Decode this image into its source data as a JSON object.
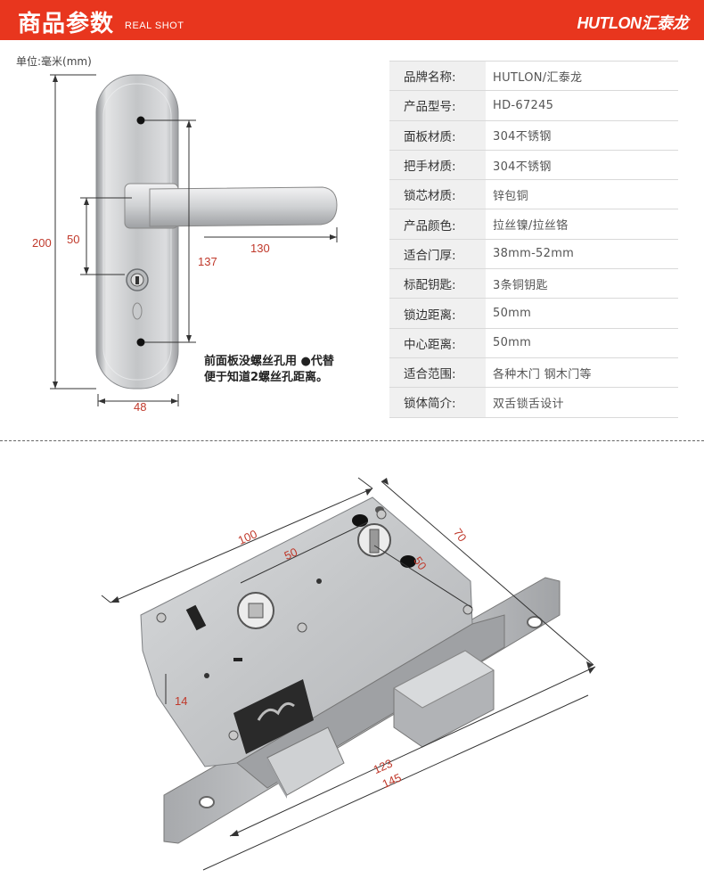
{
  "header": {
    "title": "商品参数",
    "subtitle": "REAL SHOT",
    "brand": "HUTLON汇泰龙"
  },
  "unit_label": "单位:毫米(mm)",
  "specs": [
    {
      "label": "品牌名称:",
      "value": "HUTLON/汇泰龙"
    },
    {
      "label": "产品型号:",
      "value": "HD-67245"
    },
    {
      "label": "面板材质:",
      "value": "304不锈钢"
    },
    {
      "label": "把手材质:",
      "value": "304不锈钢"
    },
    {
      "label": "锁芯材质:",
      "value": "锌包铜"
    },
    {
      "label": "产品颜色:",
      "value": "拉丝镍/拉丝铬"
    },
    {
      "label": "适合门厚:",
      "value": "38mm-52mm"
    },
    {
      "label": "标配钥匙:",
      "value": "3条铜钥匙"
    },
    {
      "label": "锁边距离:",
      "value": "50mm"
    },
    {
      "label": "中心距离:",
      "value": "50mm"
    },
    {
      "label": "适合范围:",
      "value": "各种木门  钢木门等"
    },
    {
      "label": "锁体简介:",
      "value": "双舌锁舌设计"
    }
  ],
  "note": {
    "line1": "前面板没螺丝孔用 ●代替",
    "line2": "便于知道2螺丝孔距离。"
  },
  "handle_dims": {
    "height": "200",
    "spacing": "50",
    "handle_height": "137",
    "handle_length": "130",
    "width": "48"
  },
  "lock_dims": {
    "body_length": "100",
    "backset": "50",
    "center": "50",
    "height": "70",
    "thickness": "14",
    "plate_inner": "123",
    "plate_length": "145"
  },
  "colors": {
    "header": "#e8361e",
    "dimension_text": "#c0392b",
    "steel": "#c9cbcd"
  }
}
